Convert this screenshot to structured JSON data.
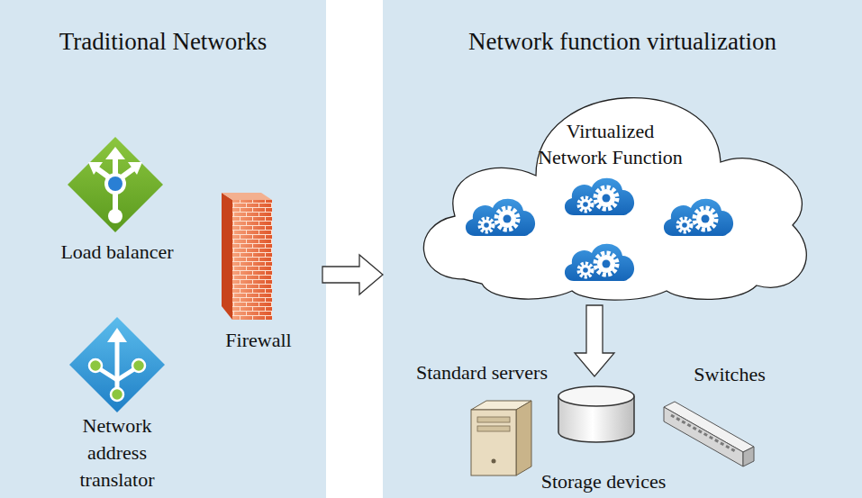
{
  "diagram": {
    "nodes": [
      {
        "text": [
          "Traditional Networks"
        ]
      },
      {
        "text": [
          "Load balancer"
        ],
        "in": 0
      },
      {
        "text": [
          "Firewall"
        ],
        "in": 0
      },
      {
        "text": [
          "Network address translator"
        ],
        "in": 0
      },
      {
        "text": [
          "Network function virtualization"
        ]
      },
      {
        "text": [
          "Virtualized Network Function"
        ],
        "in": 4
      },
      {
        "text": [
          "Standard servers"
        ],
        "in": 4
      },
      {
        "text": [
          "Switches"
        ],
        "in": 4
      },
      {
        "text": [
          "Storage devices"
        ],
        "in": 4
      }
    ],
    "edges": [
      {
        "from": 0,
        "to": 4,
        "arrow": "to"
      },
      {
        "from": 5,
        "to": 8,
        "arrow": "to"
      }
    ]
  }
}
